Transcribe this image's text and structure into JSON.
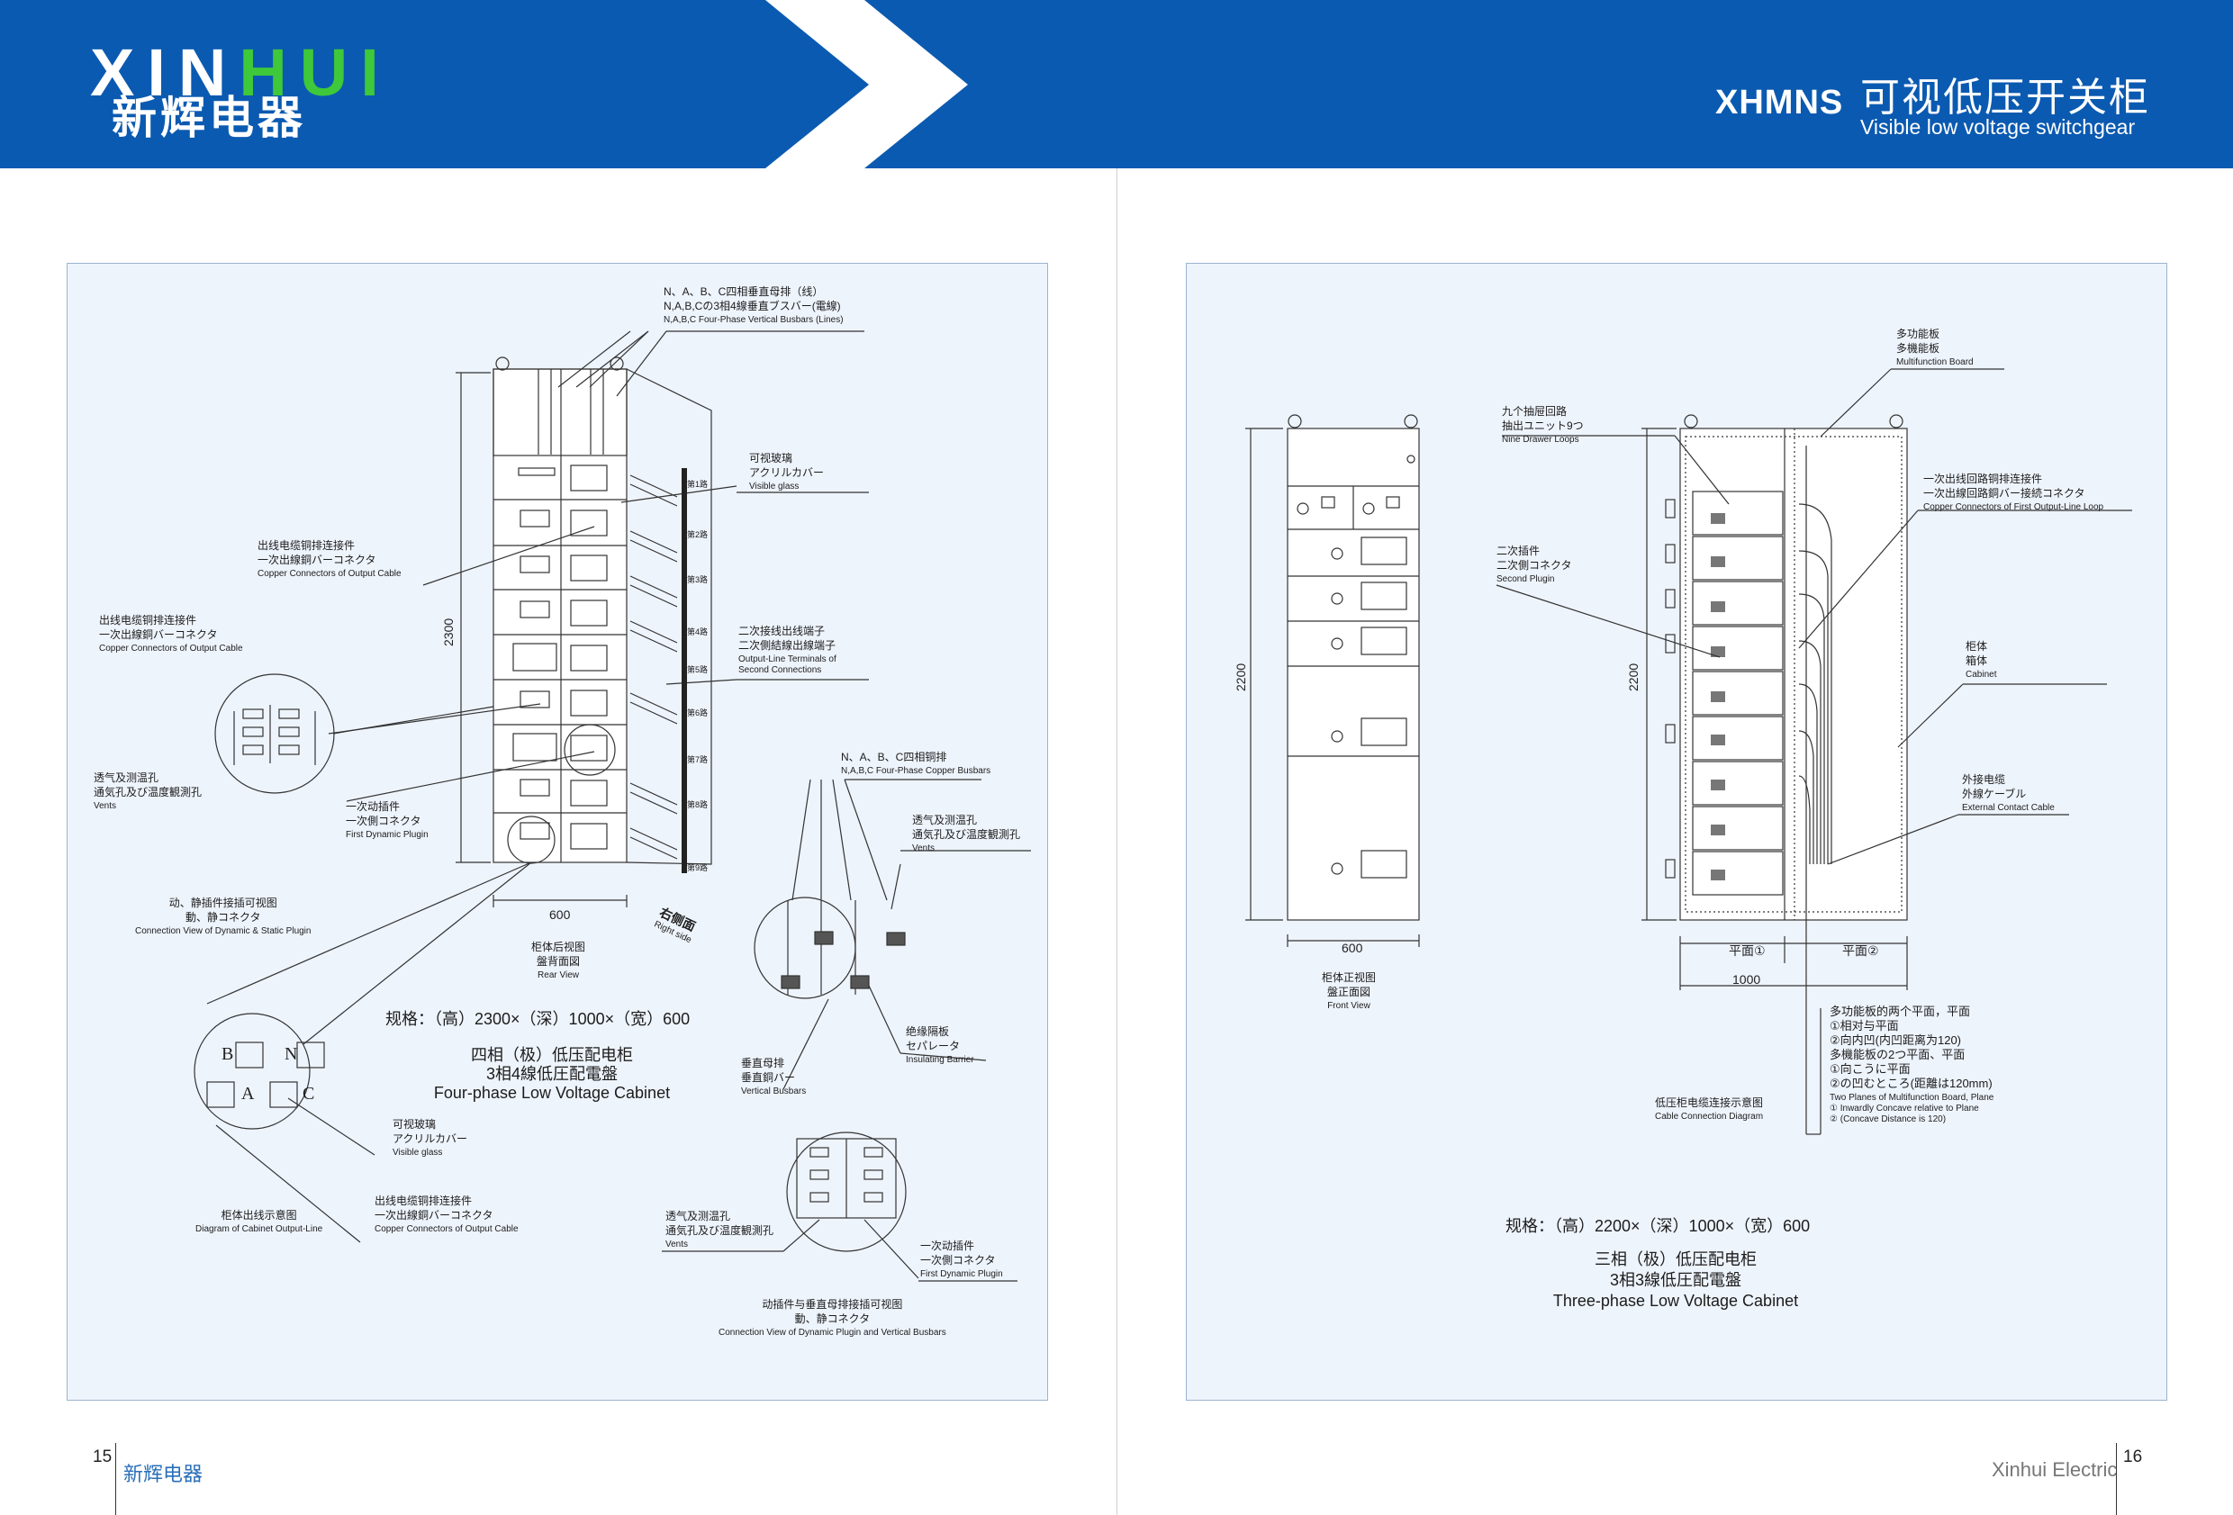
{
  "header": {
    "logo_latin_a": "XIN",
    "logo_latin_b": "HUI",
    "logo_cn": "新辉电器",
    "product_code": "XHMNS",
    "title_cn": "可视低压开关柜",
    "title_en": "Visible low voltage switchgear"
  },
  "left": {
    "busbar_label": {
      "l1": "N、A、B、C四相垂直母排（线）",
      "l2": "N,A,B,Cの3相4線垂直ブスバー(電線)",
      "l3": "N,A,B,C Four-Phase Vertical Busbars (Lines)"
    },
    "visible_glass_top": {
      "l1": "可视玻璃",
      "l2": "アクリルカバー",
      "l3": "Visible glass"
    },
    "copper_conn_1": {
      "l1": "出线电缆铜排连接件",
      "l2": "一次出線銅バーコネクタ",
      "l3": "Copper Connectors of Output Cable"
    },
    "copper_conn_2": {
      "l1": "出线电缆铜排连接件",
      "l2": "一次出線銅バーコネクタ",
      "l3": "Copper Connectors of Output Cable"
    },
    "secondary_terminals": {
      "l1": "二次接线出线端子",
      "l2": "二次側結線出線端子",
      "l3": "Output-Line Terminals of",
      "l4": "Second Connections"
    },
    "vents_1": {
      "l1": "透气及测温孔",
      "l2": "通気孔及び温度観測孔",
      "l3": "Vents"
    },
    "first_plugin_1": {
      "l1": "一次动插件",
      "l2": "一次側コネクタ",
      "l3": "First Dynamic Plugin"
    },
    "copper_busbars": {
      "l1": "N、A、B、C四相铜排",
      "l2": "N,A,B,C Four-Phase Copper Busbars"
    },
    "vents_2": {
      "l1": "透气及测温孔",
      "l2": "通気孔及び温度観測孔",
      "l3": "Vents"
    },
    "connection_view": {
      "l1": "动、静插件接插可视图",
      "l2": "動、静コネクタ",
      "l3": "Connection View of Dynamic & Static Plugin"
    },
    "height_dim": "2300",
    "width_dim": "600",
    "right_side": {
      "l1": "右侧面",
      "l2": "Right side"
    },
    "rear_view": {
      "l1": "柜体后视图",
      "l2": "盤背面図",
      "l3": "Rear View"
    },
    "loops": [
      "第1路",
      "第2路",
      "第3路",
      "第4路",
      "第5路",
      "第6路",
      "第7路",
      "第8路",
      "第9路"
    ],
    "spec": "规格：（高）2300×（深）1000×（宽）600",
    "cabinet_name": {
      "l1": "四相（极）低压配电柜",
      "l2": "3相4線低圧配電盤",
      "l3": "Four-phase Low Voltage Cabinet"
    },
    "insulating_barrier": {
      "l1": "绝缘隔板",
      "l2": "セパレータ",
      "l3": "Insulating Barrier"
    },
    "vertical_busbars": {
      "l1": "垂直母排",
      "l2": "垂直銅バー",
      "l3": "Vertical Busbars"
    },
    "phase_letters": {
      "b": "B",
      "n": "N",
      "a": "A",
      "c": "C"
    },
    "visible_glass_bottom": {
      "l1": "可视玻璃",
      "l2": "アクリルカバー",
      "l3": "Visible glass"
    },
    "diagram_outline": {
      "l1": "柜体出线示意图",
      "l2": "Diagram of Cabinet Output-Line"
    },
    "copper_conn_3": {
      "l1": "出线电缆铜排连接件",
      "l2": "一次出線銅バーコネクタ",
      "l3": "Copper Connectors of Output Cable"
    },
    "vents_3": {
      "l1": "透气及测温孔",
      "l2": "通気孔及び温度観測孔",
      "l3": "Vents"
    },
    "first_plugin_2": {
      "l1": "一次动插件",
      "l2": "一次側コネクタ",
      "l3": "First Dynamic Plugin"
    },
    "bottom_caption": {
      "l1": "动插件与垂直母排接插可视图",
      "l2": "動、静コネクタ",
      "l3": "Connection View of Dynamic Plugin and Vertical Busbars"
    }
  },
  "right": {
    "multifunction": {
      "l1": "多功能板",
      "l2": "多機能板",
      "l3": "Multifunction Board"
    },
    "nine_drawer": {
      "l1": "九个抽屉回路",
      "l2": "抽出ユニット9つ",
      "l3": "Nine Drawer Loops"
    },
    "first_loop_conn": {
      "l1": "一次出线回路铜排连接件",
      "l2": "一次出線回路銅バー接続コネクタ",
      "l3": "Copper Connectors of First Output-Line Loop"
    },
    "second_plugin": {
      "l1": "二次插件",
      "l2": "二次側コネクタ",
      "l3": "Second Plugin"
    },
    "cabinet": {
      "l1": "柜体",
      "l2": "箱体",
      "l3": "Cabinet"
    },
    "ext_cable": {
      "l1": "外接电缆",
      "l2": "外線ケーブル",
      "l3": "External Contact Cable"
    },
    "front_h": "2200",
    "front_w": "600",
    "side_h": "2200",
    "side_d": "1000",
    "plane1": "平面①",
    "plane2": "平面②",
    "front_view": {
      "l1": "柜体正视图",
      "l2": "盤正面図",
      "l3": "Front View"
    },
    "planes_note": {
      "l1": "多功能板的两个平面，平面",
      "l2": "①相对与平面",
      "l3": "②向内凹(内凹距离为120)",
      "l4": "多機能板の2つ平面、平面",
      "l5": "①向こうに平面",
      "l6": "②の凹むところ(距離は120mm)",
      "l7": "Two Planes of Multifunction Board, Plane",
      "l8": "① Inwardly Concave relative to Plane",
      "l9": "② (Concave Distance is 120)"
    },
    "cable_diagram": {
      "l1": "低压柜电缆连接示意图",
      "l2": "Cable Connection Diagram"
    },
    "spec": "规格：（高）2200×（深）1000×（宽）600",
    "cabinet_name": {
      "l1": "三相（极）低压配电柜",
      "l2": "3相3線低圧配電盤",
      "l3": "Three-phase Low Voltage Cabinet"
    }
  },
  "footer": {
    "page_left": "15",
    "brand_left": "新辉电器",
    "brand_right": "Xinhui Electric",
    "page_right": "16"
  },
  "colors": {
    "header_blue": "#0b5ab1",
    "logo_green": "#3ec83a",
    "panel_bg": "#eef4fc"
  }
}
